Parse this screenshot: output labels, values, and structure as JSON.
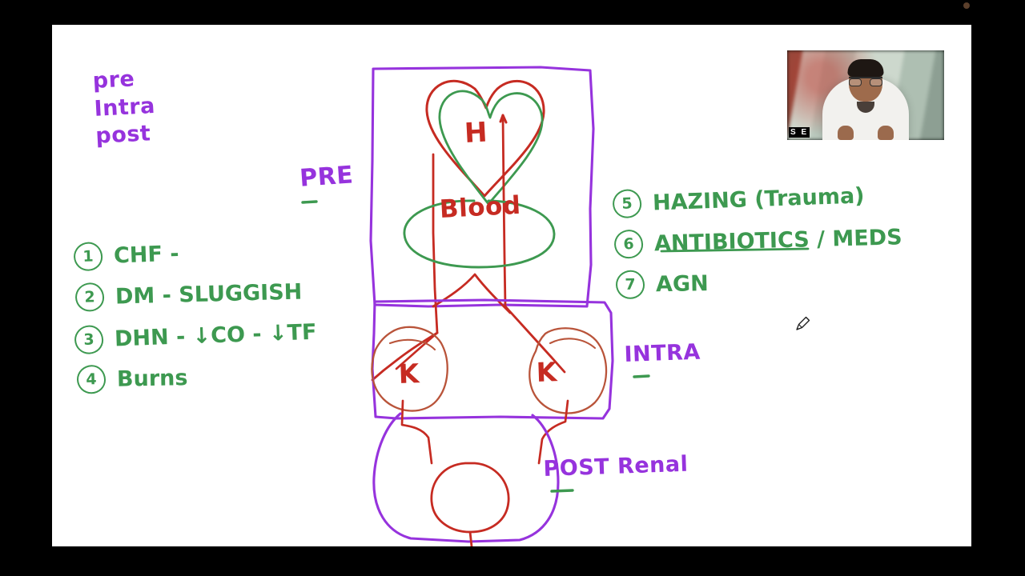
{
  "app": {
    "kind": "digital-whiteboard-lecture-video",
    "canvas_background": "#ffffff",
    "frame_background": "#000000"
  },
  "colors": {
    "purple_ink": "#9633dd",
    "green_ink": "#3d9950",
    "red_ink": "#c62b22",
    "canvas": "#ffffff",
    "letterbox": "#000000"
  },
  "annotations": {
    "category_stack": "pre\nIntra\npost",
    "label_pre": "PRE",
    "label_intra": "INTRA",
    "label_post": "POST Renal"
  },
  "pre_renal_list": {
    "items": [
      {
        "num": "1",
        "text": "CHF -"
      },
      {
        "num": "2",
        "text": "DM - SLUGGISH"
      },
      {
        "num": "3",
        "text": "DHN - ↓CO - ↓TF"
      },
      {
        "num": "4",
        "text": "Burns"
      }
    ]
  },
  "post_renal_list": {
    "items": [
      {
        "num": "5",
        "text": "HAZING (Trauma)"
      },
      {
        "num": "6",
        "text": "ANTIBIOTICS / MEDS"
      },
      {
        "num": "7",
        "text": "AGN"
      }
    ]
  },
  "diagram": {
    "heart_label": "H",
    "blood_label": "Blood",
    "kidney_left_label": "K",
    "kidney_right_label": "K"
  },
  "webcam": {
    "badge_text": "S E"
  },
  "cursor": {
    "icon": "pen-cursor-icon"
  }
}
